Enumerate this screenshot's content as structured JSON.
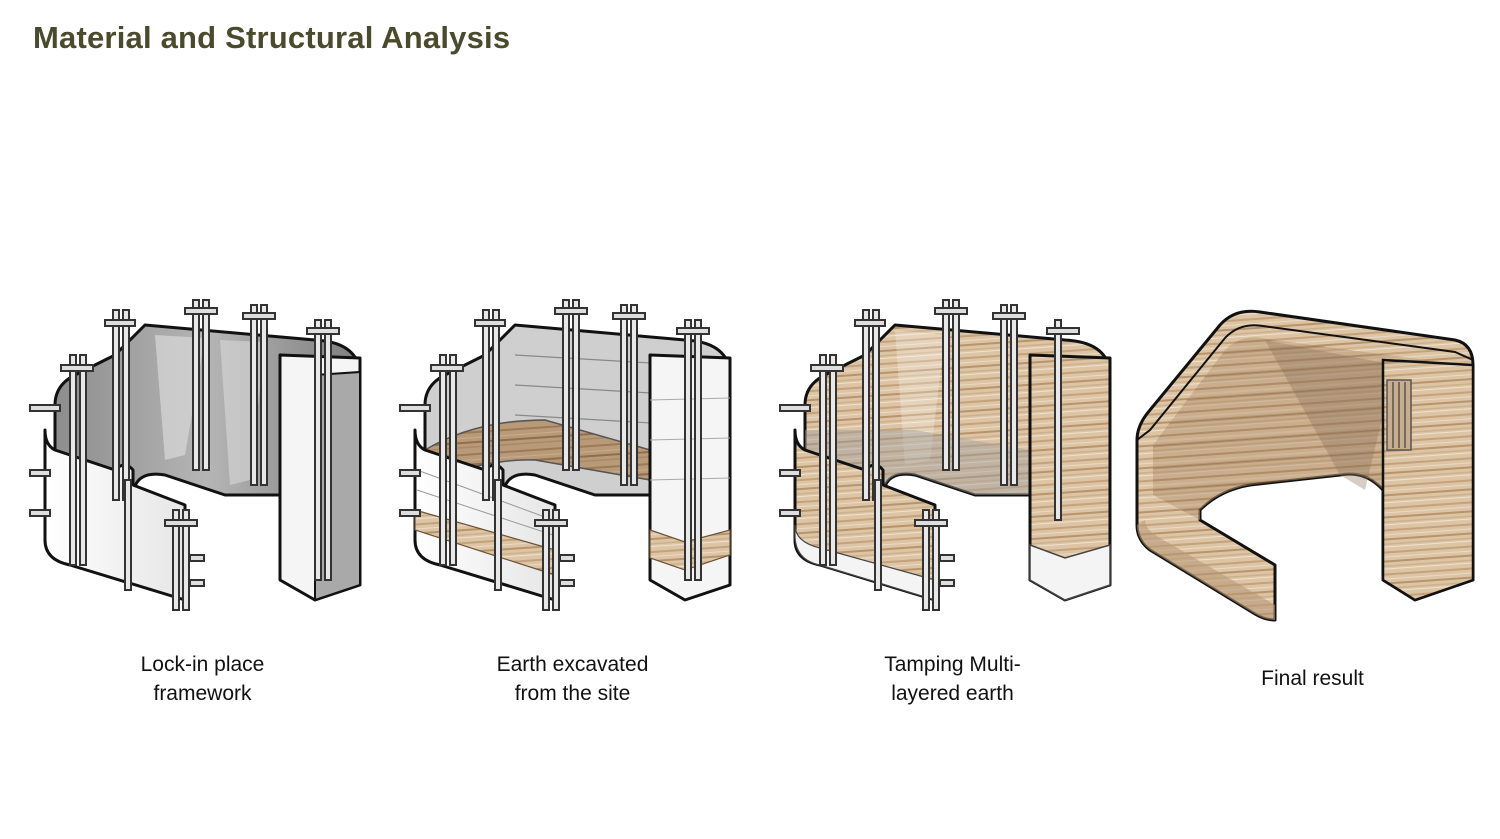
{
  "title": "Material and Structural Analysis",
  "colors": {
    "title": "#4a4a2c",
    "earth": "#d9bf9e",
    "earth_band": "#b08a62",
    "formwork": "#f2f2f2",
    "formwork_shade": "#9a9a9a",
    "outline": "#111111"
  },
  "steps": [
    {
      "caption_line1": "Lock-in place",
      "caption_line2": "framework",
      "fill": "formwork"
    },
    {
      "caption_line1": "Earth excavated",
      "caption_line2": "from the site",
      "fill": "formwork-with-earth-bands"
    },
    {
      "caption_line1": "Tamping Multi-",
      "caption_line2": "layered earth",
      "fill": "earth-in-formwork"
    },
    {
      "caption_line1": "Final result",
      "fill": "rammed-earth"
    }
  ]
}
